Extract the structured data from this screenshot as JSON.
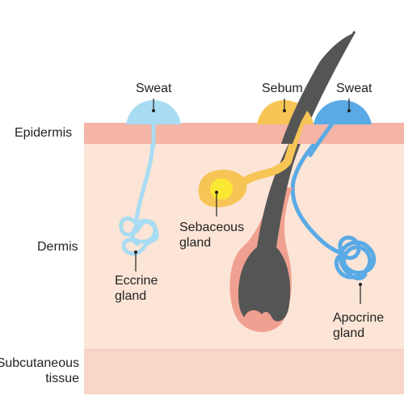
{
  "layers": {
    "epidermis": "Epidermis",
    "dermis": "Dermis",
    "subcutaneous_line1": "Subcutaneous",
    "subcutaneous_line2": "tissue"
  },
  "labels": {
    "sweat_left": "Sweat",
    "sebum": "Sebum",
    "sweat_right": "Sweat",
    "sebaceous_line1": "Sebaceous",
    "sebaceous_line2": "gland",
    "eccrine_line1": "Eccrine",
    "eccrine_line2": "gland",
    "apocrine_line1": "Apocrine",
    "apocrine_line2": "gland"
  },
  "colors": {
    "epidermis": "#f4b4a6",
    "dermis": "#fce5d6",
    "subcutaneous": "#f9d6c8",
    "eccrine_sweat": "#a8dcf2",
    "apocrine_sweat": "#5aaae6",
    "sebum": "#f7c555",
    "sebum_core": "#fbe832",
    "hair": "#555555",
    "follicle": "#f0a090",
    "leader_line": "#222222"
  }
}
